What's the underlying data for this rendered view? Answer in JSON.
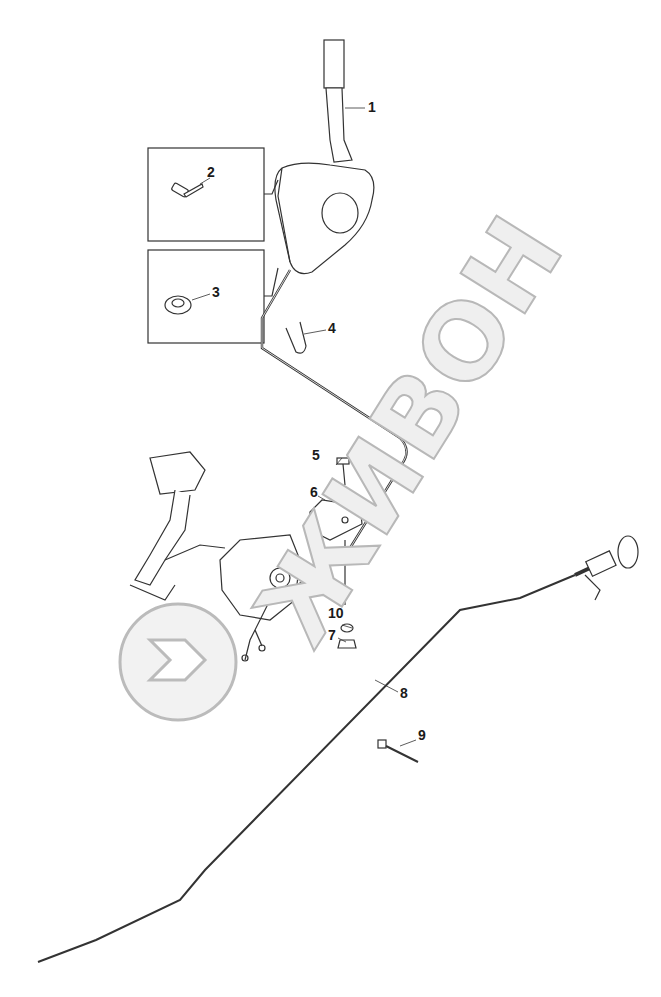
{
  "diagram": {
    "labels": [
      "1",
      "2",
      "3",
      "4",
      "5",
      "6",
      "10",
      "7",
      "8",
      "9",
      "ЖИВОН"
    ]
  }
}
